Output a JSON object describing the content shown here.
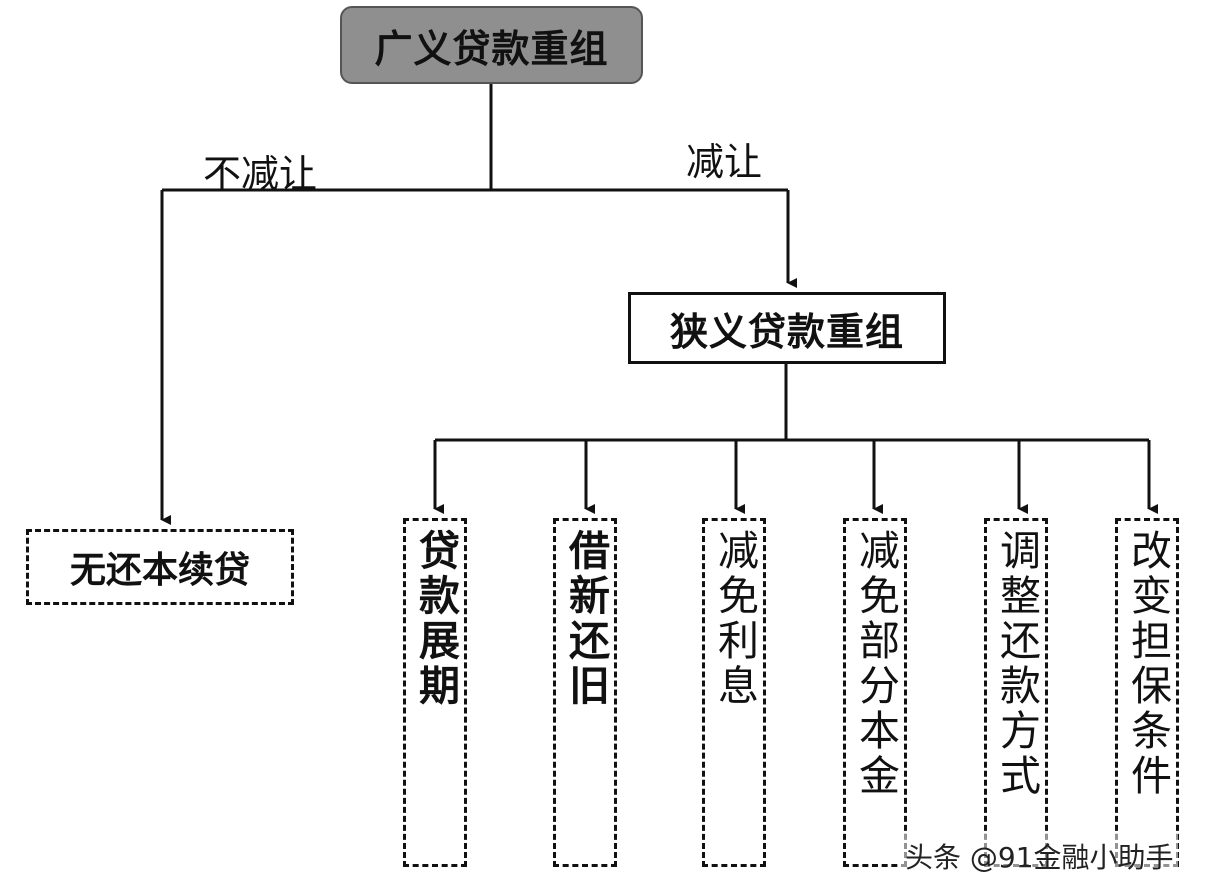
{
  "root": {
    "label": "广义贷款重组"
  },
  "edges": {
    "no_concession_label": "不减让",
    "concession_label": "减让"
  },
  "narrow": {
    "label": "狭义贷款重组"
  },
  "no_repay": {
    "label": "无还本续贷"
  },
  "methods": [
    {
      "label": "贷款展期"
    },
    {
      "label": "借新还旧"
    },
    {
      "label": "减免利息"
    },
    {
      "label": "减免部分本金"
    },
    {
      "label": "调整还款方式"
    },
    {
      "label": "改变担保条件"
    }
  ],
  "watermark": "头条 @91金融小助手"
}
